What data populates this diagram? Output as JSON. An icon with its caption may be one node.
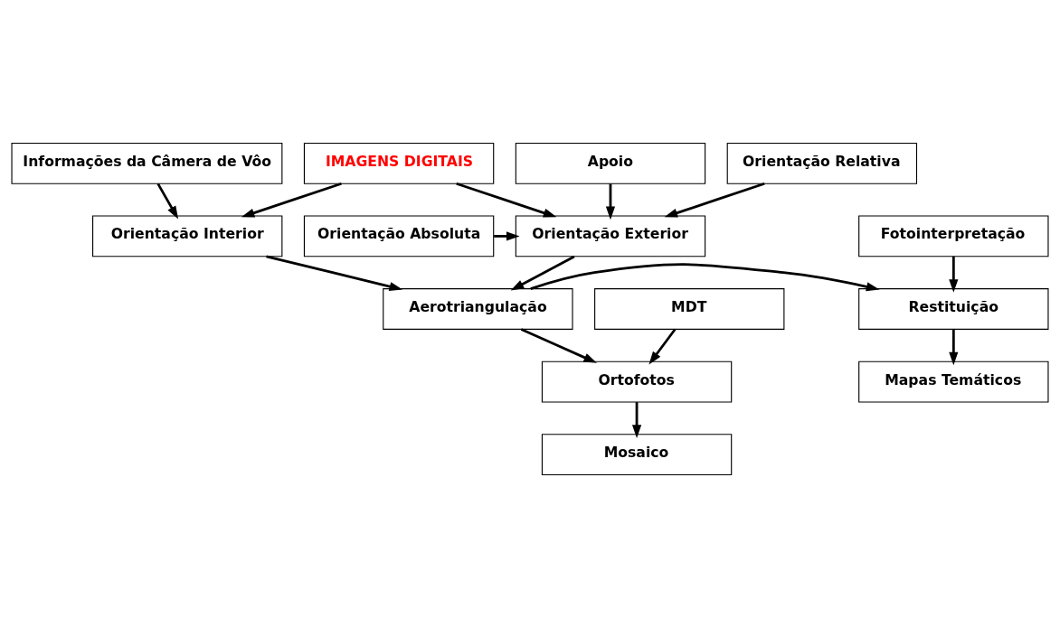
{
  "diagram": {
    "nodes": [
      {
        "text": [
          "Informações da Câmera de Vôo"
        ]
      },
      {
        "text": [
          "IMAGENS DIGITAIS"
        ]
      },
      {
        "text": [
          "Apoio"
        ]
      },
      {
        "text": [
          "Orientação Relativa"
        ]
      },
      {
        "text": [
          "Orientação Interior"
        ]
      },
      {
        "text": [
          "Orientação Exterior"
        ]
      },
      {
        "text": [
          "Orientação Absoluta"
        ]
      },
      {
        "text": [
          "Fotointerpretação"
        ]
      },
      {
        "text": [
          "Aerotriangulação"
        ]
      },
      {
        "text": [
          "MDT"
        ]
      },
      {
        "text": [
          "Restituição"
        ]
      },
      {
        "text": [
          "Ortofotos"
        ]
      },
      {
        "text": [
          "Mapas Temáticos"
        ]
      },
      {
        "text": [
          "Mosaico"
        ]
      }
    ],
    "edges": [
      {
        "from": 0,
        "to": 4,
        "arrow": "to"
      },
      {
        "from": 1,
        "to": 4,
        "arrow": "to"
      },
      {
        "from": 1,
        "to": 5,
        "arrow": "to"
      },
      {
        "from": 2,
        "to": 5,
        "arrow": "to"
      },
      {
        "from": 3,
        "to": 5,
        "arrow": "to"
      },
      {
        "from": 6,
        "to": 5,
        "arrow": "to"
      },
      {
        "from": 4,
        "to": 8,
        "arrow": "to"
      },
      {
        "from": 5,
        "to": 8,
        "arrow": "to"
      },
      {
        "from": 8,
        "to": 10,
        "arrow": "to"
      },
      {
        "from": 7,
        "to": 10,
        "arrow": "to"
      },
      {
        "from": 10,
        "to": 12,
        "arrow": "to"
      },
      {
        "from": 8,
        "to": 11,
        "arrow": "to"
      },
      {
        "from": 9,
        "to": 11,
        "arrow": "to"
      },
      {
        "from": 11,
        "to": 13,
        "arrow": "to"
      }
    ]
  }
}
